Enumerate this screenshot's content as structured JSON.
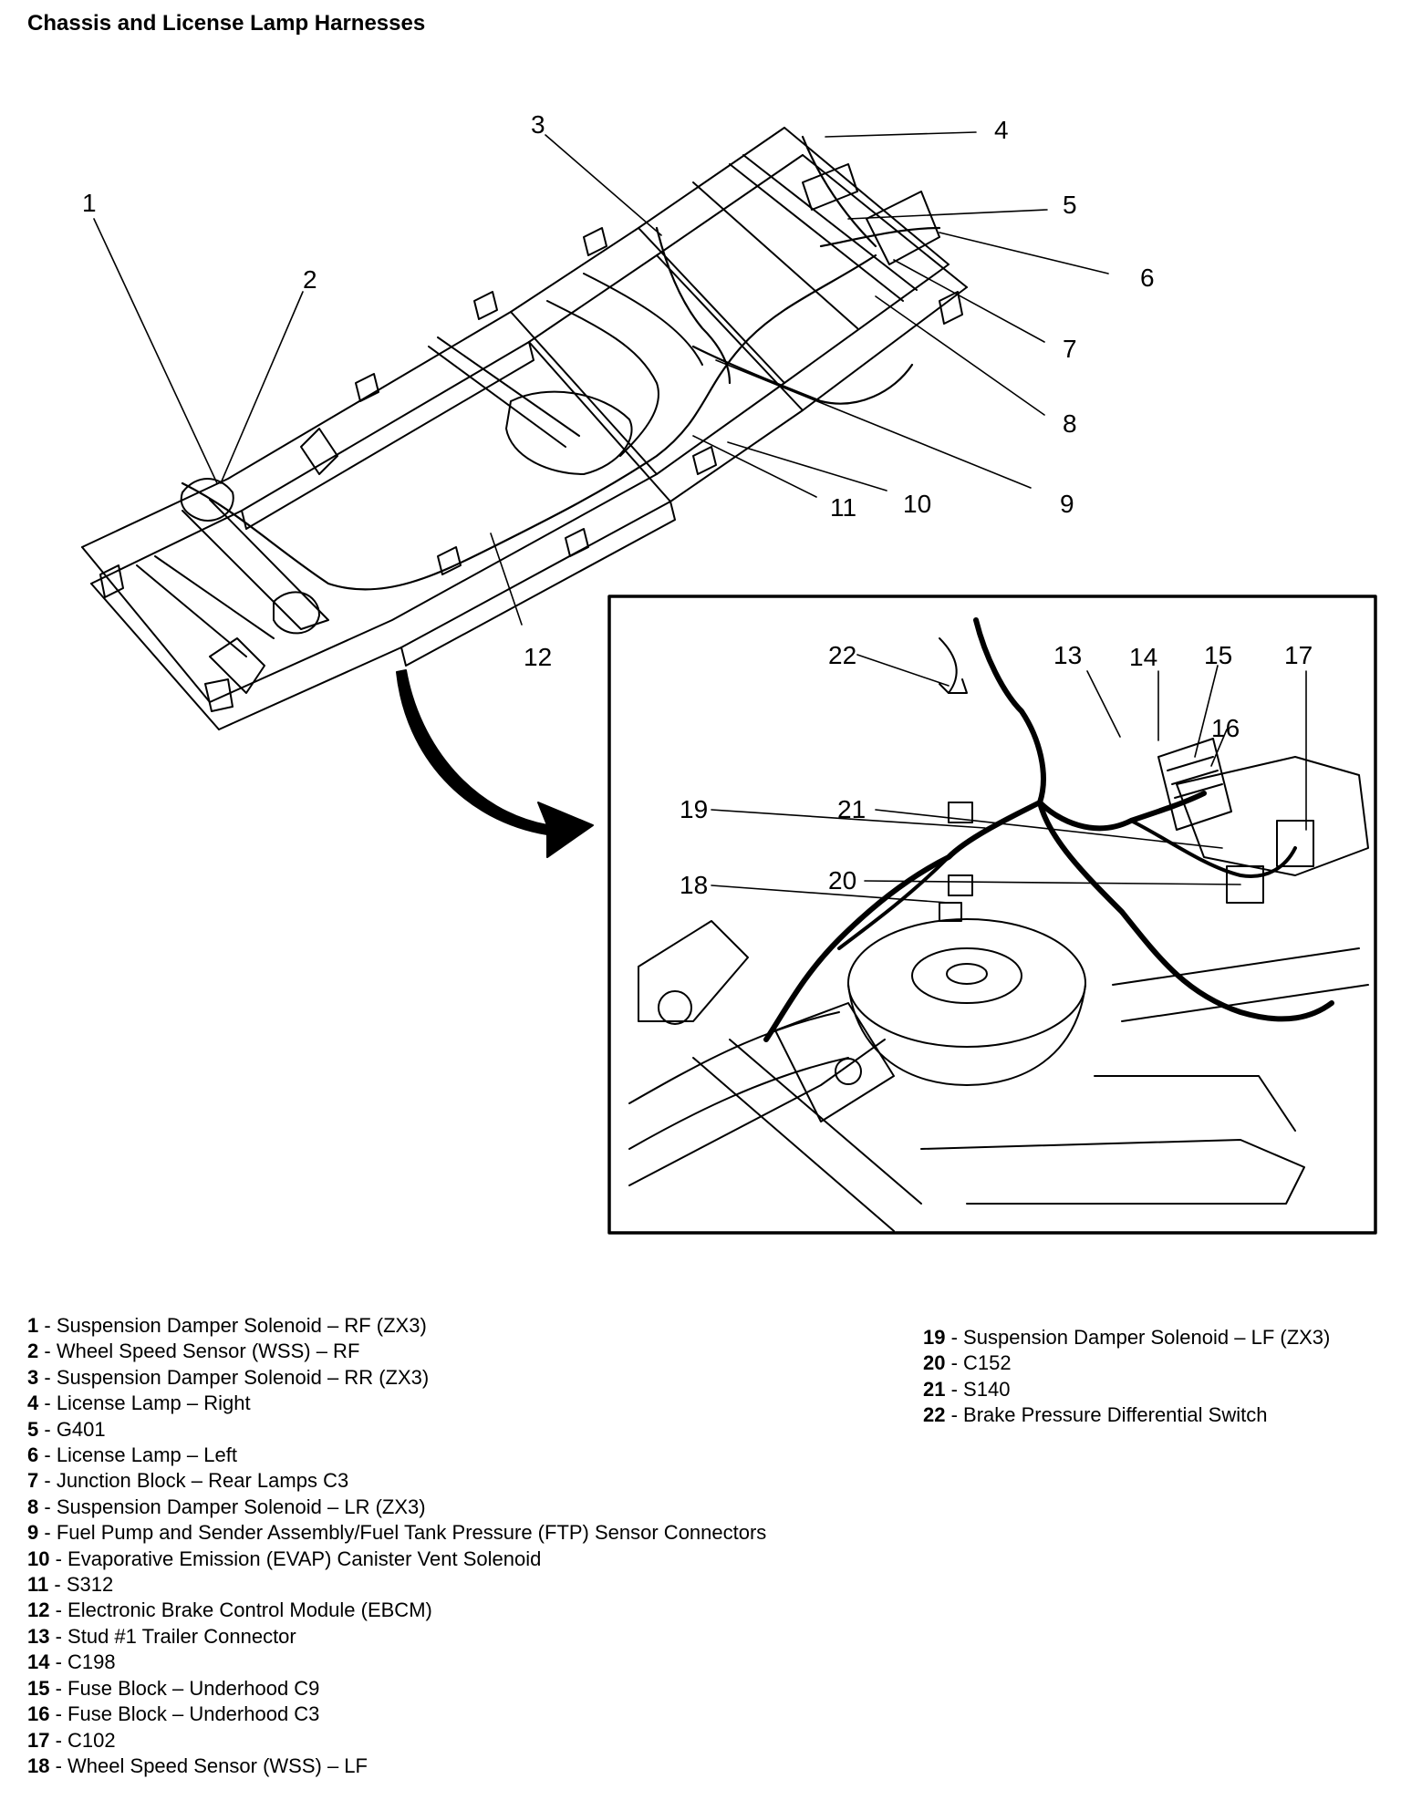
{
  "title": "Chassis and License Lamp Harnesses",
  "callouts": [
    "1",
    "2",
    "3",
    "4",
    "5",
    "6",
    "7",
    "8",
    "9",
    "10",
    "11",
    "12",
    "13",
    "14",
    "15",
    "16",
    "17",
    "18",
    "19",
    "20",
    "21",
    "22"
  ],
  "legend_left": [
    {
      "num": "1",
      "text": "Suspension Damper Solenoid – RF (ZX3)"
    },
    {
      "num": "2",
      "text": "Wheel Speed Sensor (WSS) – RF"
    },
    {
      "num": "3",
      "text": "Suspension Damper Solenoid – RR (ZX3)"
    },
    {
      "num": "4",
      "text": "License Lamp – Right"
    },
    {
      "num": "5",
      "text": "G401"
    },
    {
      "num": "6",
      "text": "License Lamp – Left"
    },
    {
      "num": "7",
      "text": "Junction Block – Rear Lamps C3"
    },
    {
      "num": "8",
      "text": "Suspension Damper Solenoid – LR (ZX3)"
    },
    {
      "num": "9",
      "text": "Fuel Pump and Sender Assembly/Fuel Tank Pressure (FTP) Sensor Connectors"
    },
    {
      "num": "10",
      "text": "Evaporative Emission (EVAP) Canister Vent Solenoid"
    },
    {
      "num": "11",
      "text": "S312"
    },
    {
      "num": "12",
      "text": "Electronic Brake Control Module (EBCM)"
    },
    {
      "num": "13",
      "text": "Stud #1 Trailer Connector"
    },
    {
      "num": "14",
      "text": "C198"
    },
    {
      "num": "15",
      "text": "Fuse Block – Underhood C9"
    },
    {
      "num": "16",
      "text": "Fuse Block – Underhood C3"
    },
    {
      "num": "17",
      "text": "C102"
    },
    {
      "num": "18",
      "text": "Wheel Speed Sensor (WSS) – LF"
    }
  ],
  "legend_right": [
    {
      "num": "19",
      "text": "Suspension Damper Solenoid – LF (ZX3)"
    },
    {
      "num": "20",
      "text": "C152"
    },
    {
      "num": "21",
      "text": "S140"
    },
    {
      "num": "22",
      "text": "Brake Pressure Differential Switch"
    }
  ]
}
